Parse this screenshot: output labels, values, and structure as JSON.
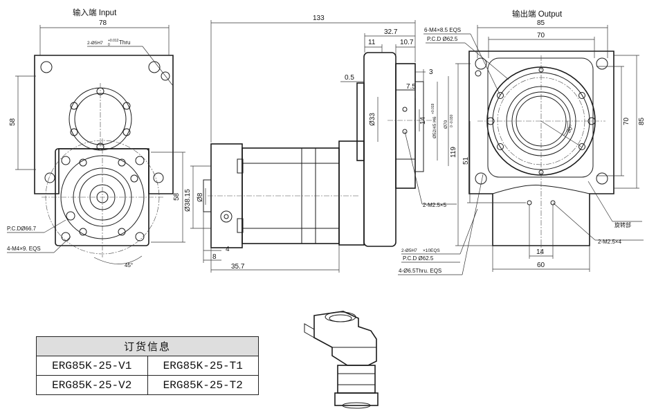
{
  "views": {
    "input_title": "输入端 Input",
    "output_title": "输出端 Output"
  },
  "dimensions": {
    "input": {
      "width_78": "78",
      "height_58_upper": "58",
      "height_58_lower": "58",
      "angle_45": "45°",
      "pin_hole": "2-Ø5H7",
      "pin_tol": "+0.012",
      "pin_tol_low": "0",
      "pin_thru": "Thru",
      "pcd": "P.C.DØ66.7",
      "tap": "4-M4×9. EQS"
    },
    "side": {
      "total_133": "133",
      "d_32_7": "32.7",
      "d_11": "11",
      "d_10_7": "10.7",
      "d_3": "3",
      "d_0_5": "0.5",
      "d_7_5": "7.5",
      "d_14": "14",
      "d_33": "Ø33",
      "d_52": "Ø52/45 H6",
      "d_52_tol": "+0.019",
      "d_70": "Ø70",
      "d_70_tol": "0 -0.030",
      "d_38_15": "Ø38.15",
      "d_8": "Ø8",
      "d_4": "4",
      "d_8b": "8",
      "d_35_7": "35.7",
      "d_119": "119",
      "d_51": "51",
      "m25x5": "2-M2.5×5",
      "pin2": "2-Ø5H7",
      "pin2_tail": "×10EQS",
      "pcd2": "P.C.D Ø62.5",
      "thru": "4-Ø6.5Thru. EQS"
    },
    "output": {
      "d_85_top": "85",
      "d_70_top": "70",
      "d_70_side": "70",
      "d_85_side": "85",
      "angle_30": "30°",
      "tap6": "6-M4×8.5 EQS",
      "pcd6": "P.C.D Ø62.5",
      "rotating": "旋转部",
      "m25x4": "2-M2.5×4",
      "d_14": "14",
      "d_60": "60"
    }
  },
  "order_table": {
    "header": "订货信息",
    "rows": [
      [
        "ERG85K-25-V1",
        "ERG85K-25-T1"
      ],
      [
        "ERG85K-25-V2",
        "ERG85K-25-T2"
      ]
    ]
  }
}
